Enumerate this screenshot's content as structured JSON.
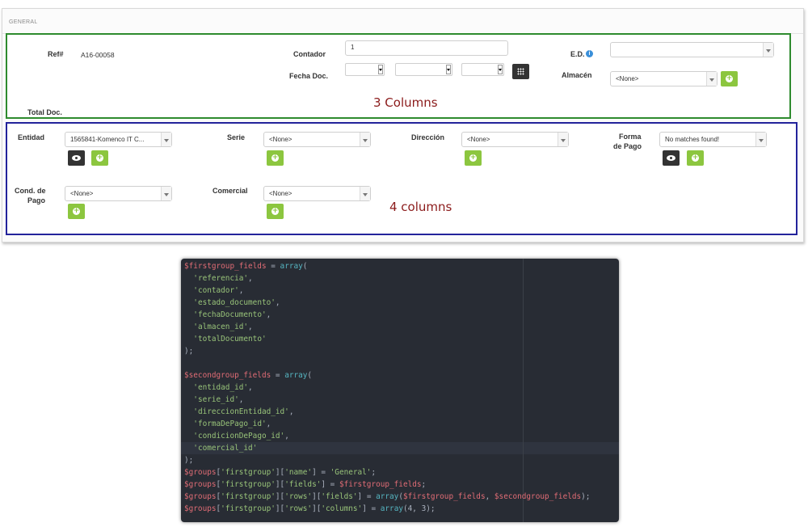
{
  "panel": {
    "title": "GENERAL"
  },
  "first_group": {
    "ref_label": "Ref#",
    "ref_value": "A16-00058",
    "contador_label": "Contador",
    "contador_value": "1",
    "ed_label": "E.D.",
    "ed_icon": "info-icon",
    "fecha_label": "Fecha Doc.",
    "almacen_label": "Almacén",
    "almacen_value": "<None>",
    "total_label": "Total Doc.",
    "annotation": "3 Columns"
  },
  "second_group": {
    "entidad_label": "Entidad",
    "entidad_value": "1565841-Komenco IT C...",
    "serie_label": "Serie",
    "serie_value": "<None>",
    "direccion_label": "Dirección",
    "direccion_value": "<None>",
    "forma_label_1": "Forma",
    "forma_label_2": "de Pago",
    "forma_value": "No matches found!",
    "cond_label_1": "Cond. de",
    "cond_label_2": "Pago",
    "cond_value": "<None>",
    "comercial_label": "Comercial",
    "comercial_value": "<None>",
    "annotation": "4 columns"
  },
  "colors": {
    "green_border": "#2e8b2e",
    "blue_border": "#23239b",
    "button_green": "#8cc63f",
    "annotation": "#8b1a1a"
  },
  "code_lines": [
    "$firstgroup_fields = array(",
    "  'referencia',",
    "  'contador',",
    "  'estado_documento',",
    "  'fechaDocumento',",
    "  'almacen_id',",
    "  'totalDocumento'",
    ");",
    "",
    "$secondgroup_fields = array(",
    "  'entidad_id',",
    "  'serie_id',",
    "  'direccionEntidad_id',",
    "  'formaDePago_id',",
    "  'condicionDePago_id',",
    "  'comercial_id'",
    ");",
    "$groups['firstgroup']['name'] = 'General';",
    "$groups['firstgroup']['fields'] = $firstgroup_fields;",
    "$groups['firstgroup']['rows']['fields'] = array($firstgroup_fields, $secondgroup_fields);",
    "$groups['firstgroup']['rows']['columns'] = array(4, 3);"
  ]
}
